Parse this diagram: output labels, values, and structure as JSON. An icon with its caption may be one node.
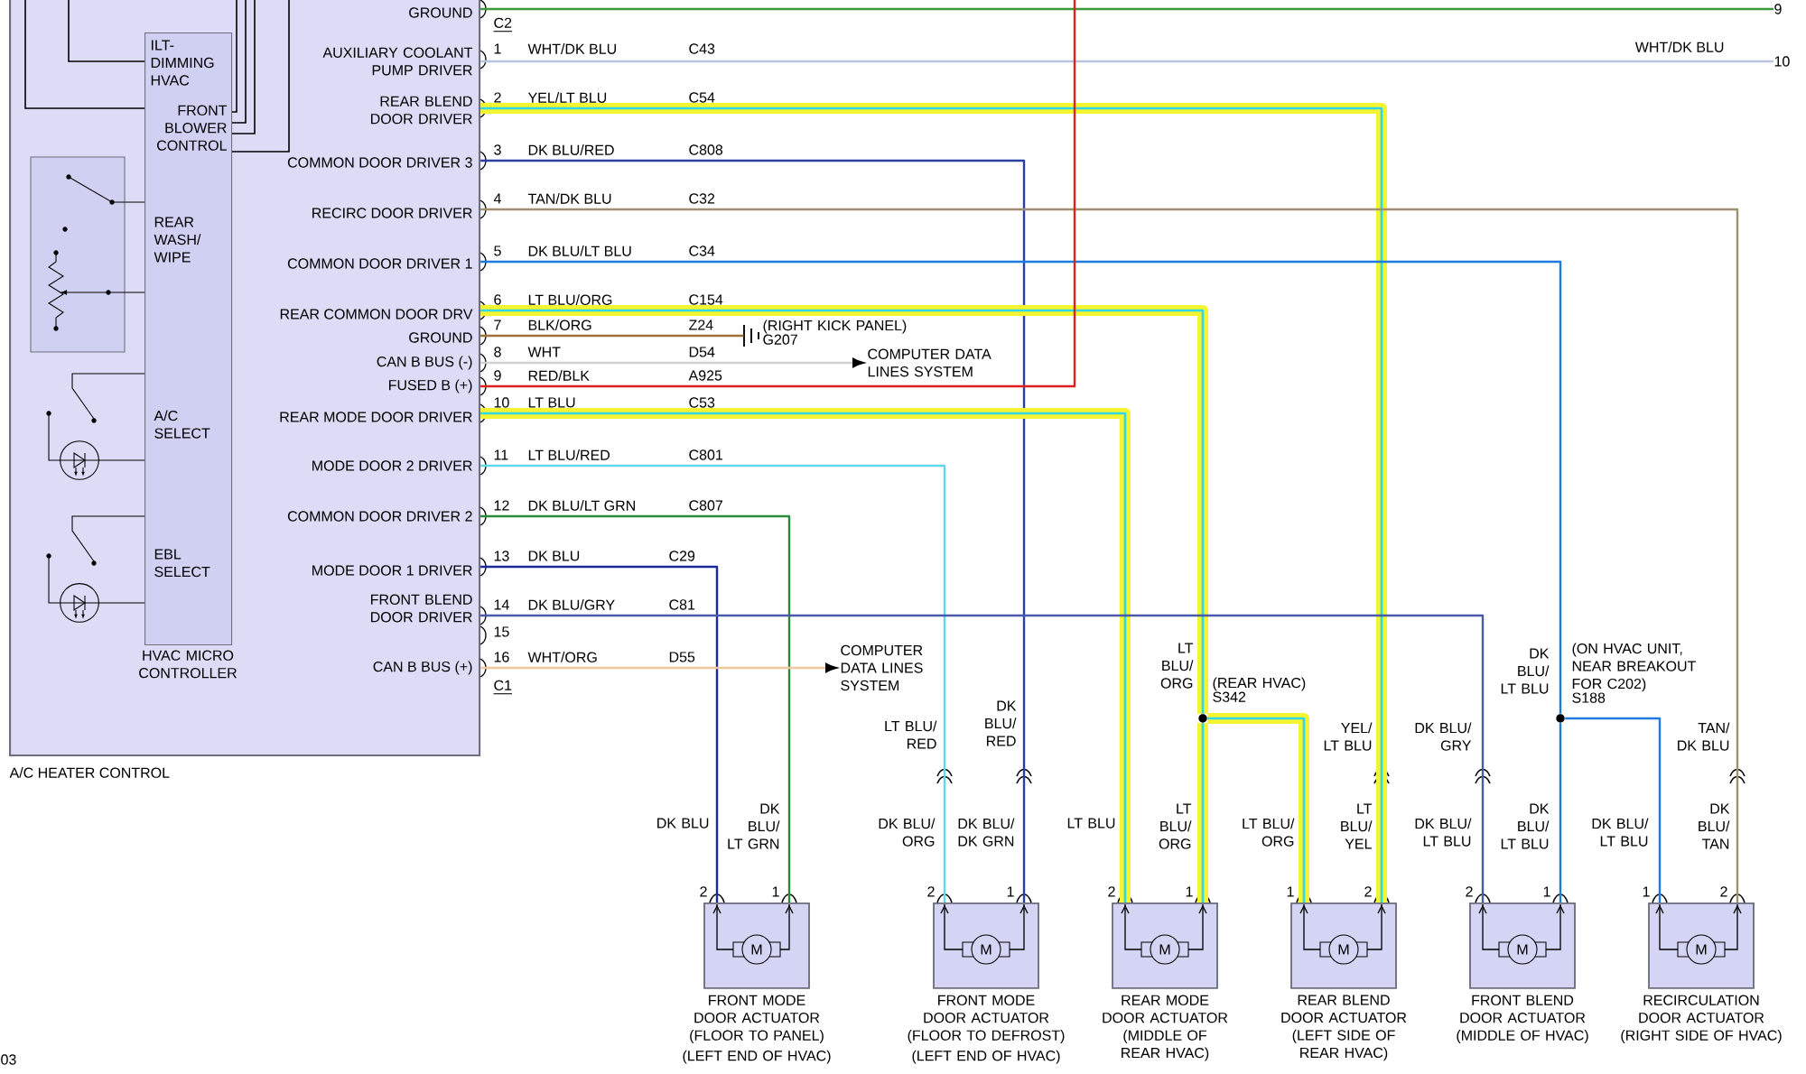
{
  "diagram": {
    "nodes": [
      {
        "text": [
          "A/C HEATER CONTROL"
        ]
      },
      {
        "text": [
          "ILT-DIMMING HVAC",
          "FRONT BLOWER CONTROL",
          "REAR WASH/ WIPE",
          "A/C SELECT",
          "EBL SELECT",
          "HVAC MICRO CONTROLLER"
        ],
        "in": 0
      },
      {
        "text": [],
        "shape": "ground",
        "beside": [
          "(RIGHT KICK PANEL)",
          "G207"
        ]
      },
      {
        "text": [
          "COMPUTER DATA LINES SYSTEM"
        ]
      },
      {
        "text": [
          "COMPUTER DATA LINES SYSTEM"
        ]
      },
      {
        "text": [],
        "shape": "circle",
        "beside": [
          "(REAR HVAC)",
          "S342"
        ]
      },
      {
        "text": [],
        "shape": "circle",
        "beside": [
          "(ON HVAC UNIT, NEAR BREAKOUT FOR C202)",
          "S188"
        ]
      },
      {
        "text": [
          "M",
          "FRONT MODE DOOR ACTUATOR",
          "(FLOOR TO PANEL)",
          "(LEFT END OF HVAC)"
        ]
      },
      {
        "text": [
          "M",
          "FRONT MODE DOOR ACTUATOR",
          "(FLOOR TO DEFROST)",
          "(LEFT END OF HVAC)"
        ]
      },
      {
        "text": [
          "M",
          "REAR MODE DOOR ACTUATOR",
          "(MIDDLE OF REAR HVAC)"
        ]
      },
      {
        "text": [
          "M",
          "REAR BLEND DOOR ACTUATOR",
          "(LEFT SIDE OF REAR HVAC)"
        ]
      },
      {
        "text": [
          "M",
          "FRONT BLEND DOOR ACTUATOR",
          "(MIDDLE OF HVAC)"
        ]
      },
      {
        "text": [
          "M",
          "RECIRCULATION DOOR ACTUATOR",
          "(RIGHT SIDE OF HVAC)"
        ]
      },
      {
        "text": [
          "9"
        ]
      },
      {
        "text": [
          "10"
        ]
      }
    ],
    "edges": [
      {
        "from": 0,
        "to": 13,
        "arrow": "none",
        "color": "#3a9a3a"
      },
      {
        "from": 0,
        "to": 14,
        "arrow": "none",
        "color": "#b8c4e0"
      },
      {
        "from": 0,
        "to": 10,
        "arrow": "none",
        "style": "thick",
        "color": "#f4f430"
      },
      {
        "from": 0,
        "to": 8,
        "arrow": "none",
        "color": "#2a3f9f"
      },
      {
        "from": 0,
        "to": 12,
        "arrow": "none",
        "color": "#a09070"
      },
      {
        "from": 0,
        "to": 6,
        "arrow": "none",
        "color": "#1f7ae0"
      },
      {
        "from": 6,
        "to": 11,
        "arrow": "none",
        "color": "#1f7ae0"
      },
      {
        "from": 6,
        "to": 12,
        "arrow": "none",
        "color": "#1f7ae0"
      },
      {
        "from": 0,
        "to": 5,
        "arrow": "none",
        "style": "thick",
        "color": "#f4f430"
      },
      {
        "from": 5,
        "to": 9,
        "arrow": "none",
        "style": "thick",
        "color": "#f4f430"
      },
      {
        "from": 5,
        "to": 10,
        "arrow": "none",
        "style": "thick",
        "color": "#f4f430"
      },
      {
        "from": 0,
        "to": 2,
        "arrow": "none",
        "color": "#a0703a"
      },
      {
        "from": 0,
        "to": 3,
        "arrow": "to",
        "color": "#d0d0d0"
      },
      {
        "from": 0,
        "to": null,
        "arrow": "none",
        "color": "#e02020"
      },
      {
        "from": 0,
        "to": 9,
        "arrow": "none",
        "style": "thick",
        "color": "#f4f430"
      },
      {
        "from": 0,
        "to": 8,
        "arrow": "none",
        "color": "#60d8e8"
      },
      {
        "from": 0,
        "to": 7,
        "arrow": "none",
        "color": "#2a8a3a"
      },
      {
        "from": 0,
        "to": 7,
        "arrow": "none",
        "color": "#1a2a9a"
      },
      {
        "from": 0,
        "to": 11,
        "arrow": "none",
        "color": "#4a5aaa"
      },
      {
        "from": 0,
        "to": 4,
        "arrow": "to",
        "color": "#f0c8a0"
      }
    ],
    "labels": [
      "GROUND",
      "C2",
      "WHT/DK BLU",
      "AUXILIARY COOLANT PUMP DRIVER",
      "1",
      "WHT/DK BLU",
      "C43",
      "REAR BLEND DOOR DRIVER",
      "2",
      "YEL/LT BLU",
      "C54",
      "COMMON DOOR DRIVER 3",
      "3",
      "DK BLU/RED",
      "C808",
      "RECIRC DOOR DRIVER",
      "4",
      "TAN/DK BLU",
      "C32",
      "COMMON DOOR DRIVER 1",
      "5",
      "DK BLU/LT BLU",
      "C34",
      "REAR COMMON DOOR DRV",
      "6",
      "LT BLU/ORG",
      "C154",
      "GROUND",
      "7",
      "BLK/ORG",
      "Z24",
      "CAN B BUS (-)",
      "8",
      "WHT",
      "D54",
      "FUSED B (+)",
      "9",
      "RED/BLK",
      "A925",
      "REAR MODE DOOR DRIVER",
      "10",
      "LT BLU",
      "C53",
      "MODE DOOR 2 DRIVER",
      "11",
      "LT BLU/RED",
      "C801",
      "COMMON DOOR DRIVER 2",
      "12",
      "DK BLU/LT GRN",
      "C807",
      "MODE DOOR 1 DRIVER",
      "13",
      "DK BLU",
      "C29",
      "FRONT BLEND DOOR DRIVER",
      "14",
      "DK BLU/GRY",
      "C81",
      "15",
      "CAN B BUS (+)",
      "16",
      "WHT/ORG",
      "D55",
      "C1",
      "LT BLU/ RED",
      "DK BLU/ RED",
      "LT BLU/ ORG",
      "YEL/ LT BLU",
      "DK BLU/ GRY",
      "DK BLU/ LT BLU",
      "TAN/ DK BLU",
      "DK BLU",
      "DK BLU/ LT GRN",
      "DK BLU/ ORG",
      "DK BLU/ DK GRN",
      "LT BLU",
      "LT BLU/ ORG",
      "LT BLU/ ORG",
      "LT BLU/ YEL",
      "DK BLU/ LT BLU",
      "DK BLU/ LT BLU",
      "DK BLU/ LT BLU",
      "DK BLU/ TAN",
      "2",
      "1",
      "2",
      "1",
      "2",
      "1",
      "1",
      "2",
      "2",
      "1",
      "1",
      "2",
      "03"
    ]
  }
}
